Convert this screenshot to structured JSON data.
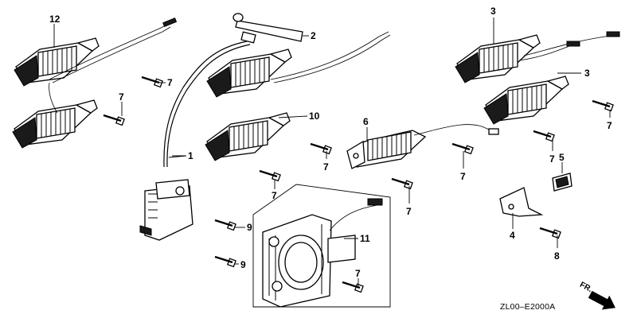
{
  "diagram_code": "ZL00–E2000A",
  "direction_label": "FR.",
  "callouts": {
    "c12": "12",
    "c7a": "7",
    "c7b": "7",
    "c2": "2",
    "c10": "10",
    "c1": "1",
    "c7c": "7",
    "c9a": "9",
    "c9b": "9",
    "c11": "11",
    "c7d": "7",
    "c6": "6",
    "c7e": "7",
    "c7f": "7",
    "c3a": "3",
    "c3b": "3",
    "c7g": "7",
    "c7h": "7",
    "c5": "5",
    "c4": "4",
    "c8": "8",
    "c7i": "7"
  }
}
